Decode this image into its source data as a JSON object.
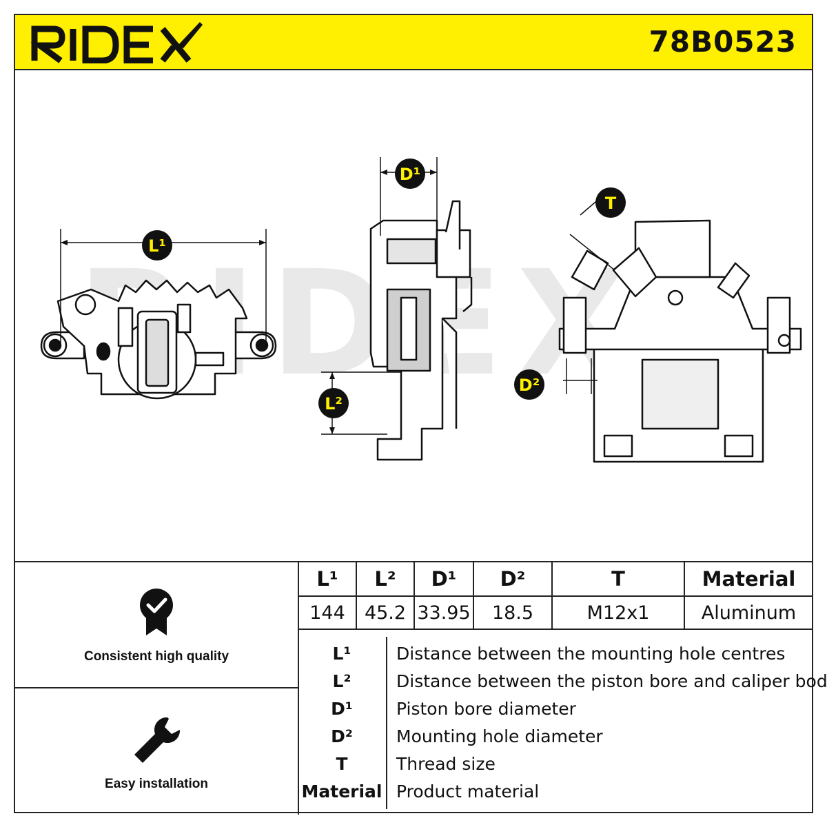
{
  "brand": {
    "logo_text": "RIDEX",
    "accent": "#ffef00",
    "ink": "#111111"
  },
  "part_number": "78B0523",
  "drawing": {
    "watermark": "RIDEX",
    "labels": {
      "L1": "L¹",
      "L2": "L²",
      "D1": "D¹",
      "D2": "D²",
      "T": "T"
    }
  },
  "features": [
    {
      "icon": "quality-badge-icon",
      "label": "Consistent high quality"
    },
    {
      "icon": "wrench-icon",
      "label": "Easy installation"
    }
  ],
  "spec_table": {
    "headers": [
      "L¹",
      "L²",
      "D¹",
      "D²",
      "T",
      "Material"
    ],
    "values": [
      "144",
      "45.2",
      "33.95",
      "18.5",
      "M12x1",
      "Aluminum"
    ]
  },
  "legend": [
    {
      "key": "L¹",
      "desc": "Distance between the mounting hole centres"
    },
    {
      "key": "L²",
      "desc": "Distance between the piston bore and caliper body"
    },
    {
      "key": "D¹",
      "desc": "Piston bore diameter"
    },
    {
      "key": "D²",
      "desc": "Mounting hole diameter"
    },
    {
      "key": "T",
      "desc": "Thread size"
    },
    {
      "key": "Material",
      "desc": "Product material"
    }
  ]
}
